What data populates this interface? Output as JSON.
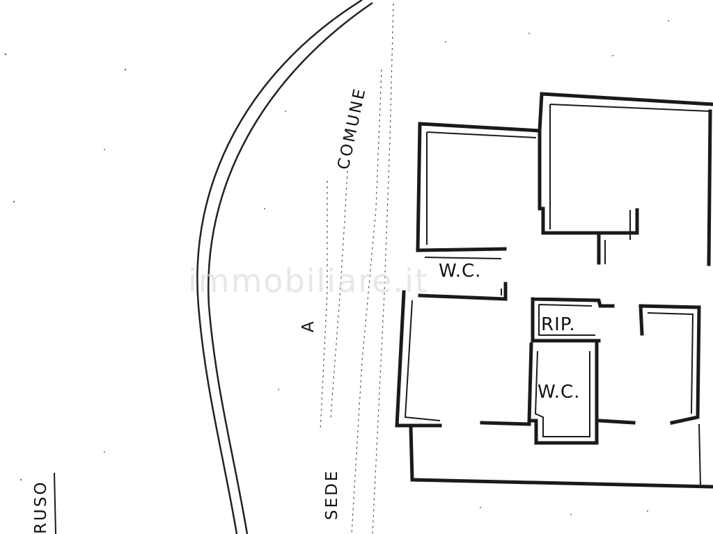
{
  "street": {
    "comune_label": "COMUNE",
    "a_label": "A",
    "sede_label": "SEDE",
    "ruso_label": "RUSO"
  },
  "rooms": {
    "wc_top_label": "W.C.",
    "rip_label": "RIP.",
    "wc_bottom_label": "W.C."
  },
  "watermark": {
    "text": "immobiliare.it"
  },
  "colors": {
    "ink": "#1a1a1a",
    "paper": "#ffffff",
    "watermark": "#d8d8d8"
  }
}
